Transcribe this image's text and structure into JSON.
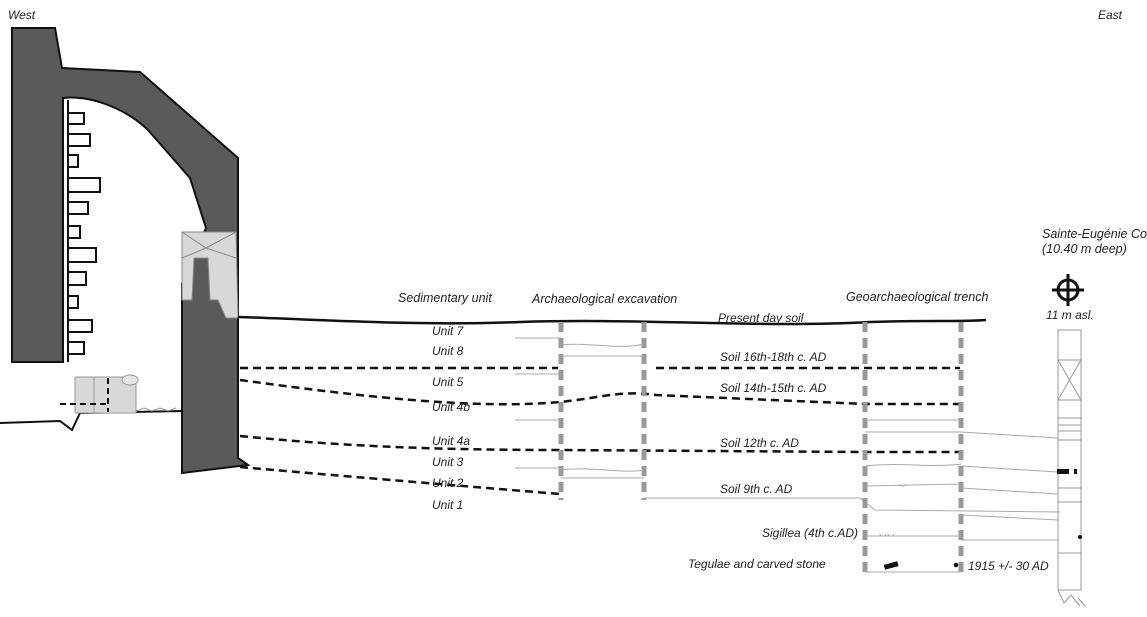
{
  "directions": {
    "west": "West",
    "east": "East"
  },
  "headers": {
    "sedimentary_unit": "Sedimentary unit",
    "archaeological_excavation": "Archaeological excavation",
    "geoarchaeological_trench": "Geoarchaeological trench"
  },
  "core": {
    "title": "Sainte-Eugénie Core",
    "depth": "(10.40 m deep)",
    "altitude": "11 m asl."
  },
  "units": [
    "Unit 7",
    "Unit 8",
    "Unit 5",
    "Unit 4b",
    "Unit 4a",
    "Unit 3",
    "Unit 2",
    "Unit 1"
  ],
  "soils": {
    "present": "Present day soil",
    "s16_18": "Soil 16th-18th c. AD",
    "s14_15": "Soil 14th-15th c. AD",
    "s12": "Soil 12th c. AD",
    "s9": "Soil 9th c. AD"
  },
  "finds": {
    "sigillea": "Sigillea (4th c.AD)",
    "tegulae": "Tegulae and carved stone",
    "date": "1915 +/- 30 AD"
  },
  "colors": {
    "wall": "#5a5a5a",
    "light_gray": "#d8d8d8",
    "line": "#111111",
    "thin": "#9a9a9a"
  }
}
